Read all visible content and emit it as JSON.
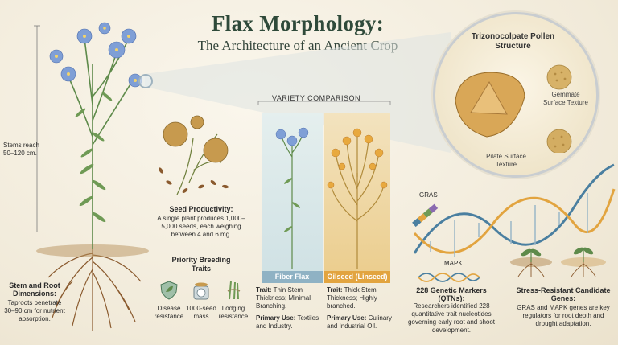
{
  "header": {
    "title": "Flax Morphology:",
    "subtitle": "The Architecture of an Ancient Crop"
  },
  "stem_height": {
    "text": "Stems reach 50–120 cm."
  },
  "stem_root": {
    "heading": "Stem and Root Dimensions:",
    "body": "Taproots penetrate 30–90 cm for nutrient absorption."
  },
  "seed": {
    "heading": "Seed Productivity:",
    "body": "A single plant produces 1,000–5,000 seeds, each weighing between 4 and 6 mg."
  },
  "breeding": {
    "heading": "Priority Breeding Traits",
    "traits": [
      {
        "label": "Disease resistance",
        "icon": "shield-leaf-icon"
      },
      {
        "label": "1000-seed mass",
        "icon": "scale-icon"
      },
      {
        "label": "Lodging resistance",
        "icon": "stalks-icon"
      }
    ]
  },
  "variety": {
    "heading": "VARIETY COMPARISON",
    "fiber": {
      "label": "Fiber Flax",
      "trait_key": "Trait:",
      "trait": "Thin Stem Thickness; Minimal Branching.",
      "use_key": "Primary Use:",
      "use": "Textiles and Industry."
    },
    "oil": {
      "label": "Oilseed (Linseed)",
      "trait_key": "Trait:",
      "trait": "Thick Stem Thickness; Highly branched.",
      "use_key": "Primary Use:",
      "use": "Culinary and Industrial Oil."
    }
  },
  "pollen": {
    "heading": "Trizonocolpate Pollen Structure",
    "gemmate": "Gemmate Surface Texture",
    "pilate": "Pilate Surface Texture"
  },
  "genetics": {
    "gras": "GRAS",
    "mapk": "MAPK",
    "markers_heading": "228 Genetic Markers (QTNs):",
    "markers_body": "Researchers identified 228 quantitative trait nucleotides governing early root and shoot development."
  },
  "stress": {
    "heading": "Stress-Resistant Candidate Genes:",
    "body": "GRAS and MAPK genes are key regulators for root depth and drought adaptation."
  },
  "colors": {
    "title": "#2f4a3a",
    "flower_blue": "#7f9fd6",
    "oil_gold": "#e2a43f",
    "fiber_blue": "#8fb2c4",
    "stem_green": "#5e8a4a",
    "root_brown": "#8a5a2e"
  }
}
